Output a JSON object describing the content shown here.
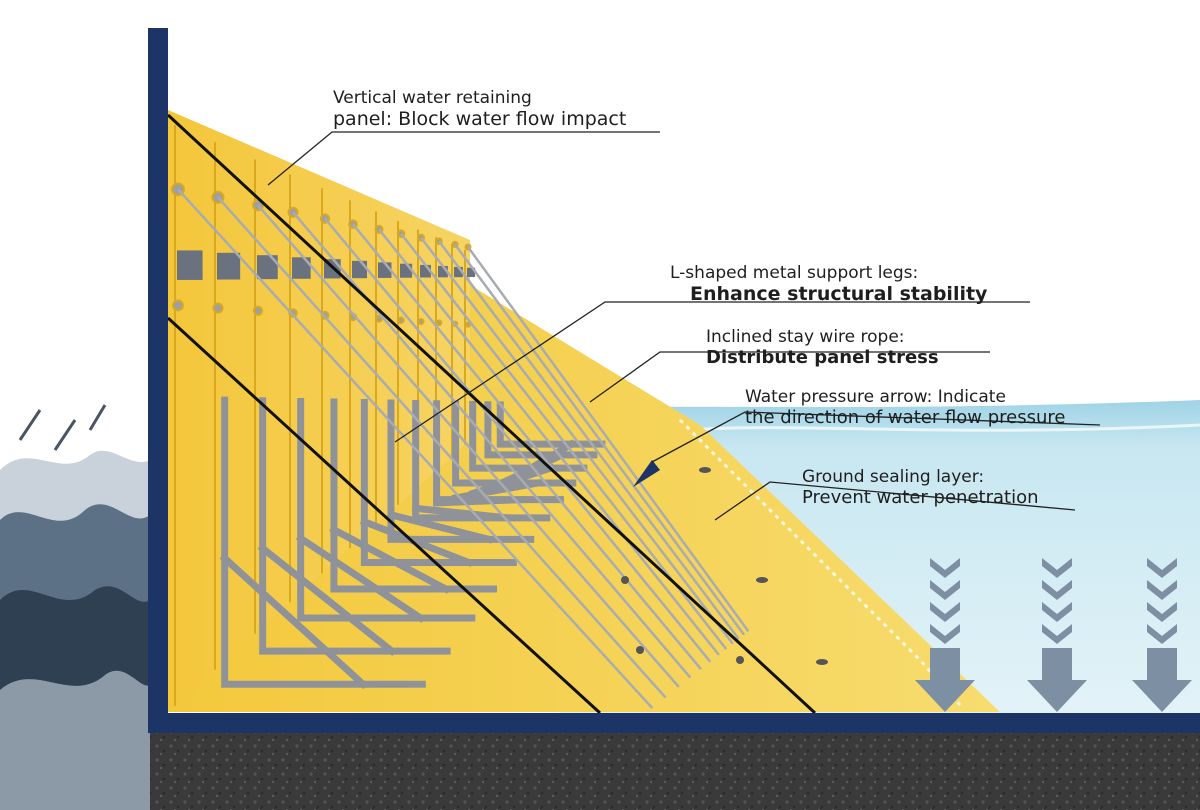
{
  "labels": {
    "panel": {
      "line1": "Vertical water retaining",
      "line2": "panel: Block water flow impact"
    },
    "legs": {
      "line1": "L-shaped metal support legs:",
      "line2": "Enhance structural stability"
    },
    "rope": {
      "line1": "Inclined stay wire rope:",
      "line2": "Distribute panel stress"
    },
    "arrow": {
      "line1": "Water pressure arrow: Indicate",
      "line2": "the direction of water flow pressure"
    },
    "seal": {
      "line1": "Ground sealing layer:",
      "line2": "Prevent water penetration"
    }
  },
  "colors": {
    "frame": "#1c3466",
    "panel": "#f2c531",
    "panel_shade": "#e3b021",
    "water": "#cfe9f2",
    "soil": "#3b3b3b",
    "arrow": "#7d8fa3",
    "leader": "#222222"
  }
}
